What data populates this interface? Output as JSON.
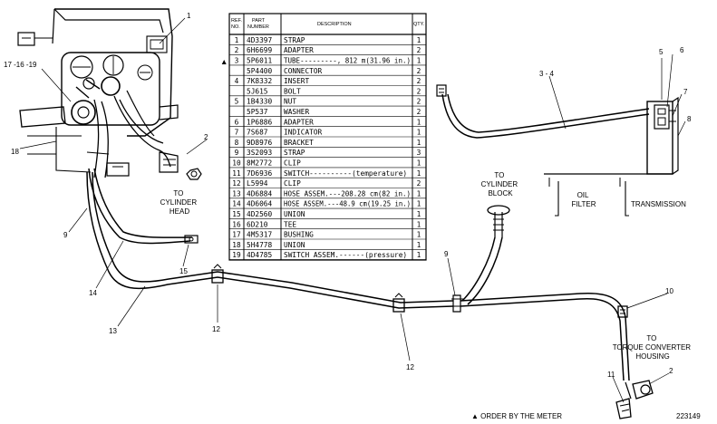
{
  "table": {
    "headers": {
      "ref_no": [
        "REF.",
        "NO."
      ],
      "part_number": [
        "PART",
        "NUMBER"
      ],
      "description": "DESCRIPTION",
      "qty": "QTY."
    },
    "rows": [
      {
        "ref": "1",
        "part": "4D3397",
        "desc": "STRAP",
        "qty": "1",
        "mark": ""
      },
      {
        "ref": "2",
        "part": "6H6699",
        "desc": "ADAPTER",
        "qty": "2",
        "mark": ""
      },
      {
        "ref": "3",
        "part": "5P6011",
        "desc": "TUBE---------, 812 m(31.96 in.)",
        "qty": "1",
        "mark": "▲"
      },
      {
        "ref": "",
        "part": "5P4400",
        "desc": "CONNECTOR",
        "qty": "2",
        "mark": ""
      },
      {
        "ref": "4",
        "part": "7K8332",
        "desc": "INSERT",
        "qty": "2",
        "mark": ""
      },
      {
        "ref": "",
        "part": "5J615",
        "desc": "BOLT",
        "qty": "2",
        "mark": ""
      },
      {
        "ref": "5",
        "part": "1B4330",
        "desc": "NUT",
        "qty": "2",
        "mark": ""
      },
      {
        "ref": "",
        "part": "5P537",
        "desc": "WASHER",
        "qty": "2",
        "mark": ""
      },
      {
        "ref": "6",
        "part": "1P6886",
        "desc": "ADAPTER",
        "qty": "1",
        "mark": ""
      },
      {
        "ref": "7",
        "part": "7S687",
        "desc": "INDICATOR",
        "qty": "1",
        "mark": ""
      },
      {
        "ref": "8",
        "part": "9D8976",
        "desc": "BRACKET",
        "qty": "1",
        "mark": ""
      },
      {
        "ref": "9",
        "part": "3S2093",
        "desc": "STRAP",
        "qty": "3",
        "mark": ""
      },
      {
        "ref": "10",
        "part": "8M2772",
        "desc": "CLIP",
        "qty": "1",
        "mark": ""
      },
      {
        "ref": "11",
        "part": "7D6936",
        "desc": "SWITCH----------(temperature)",
        "qty": "1",
        "mark": ""
      },
      {
        "ref": "12",
        "part": "L5994",
        "desc": "CLIP",
        "qty": "2",
        "mark": ""
      },
      {
        "ref": "13",
        "part": "4D6884",
        "desc": "HOSE ASSEM.---208.28 cm(82 in.)",
        "qty": "1",
        "mark": ""
      },
      {
        "ref": "14",
        "part": "4D6064",
        "desc": "HOSE ASSEM.---48.9 cm(19.25 in.)",
        "qty": "1",
        "mark": ""
      },
      {
        "ref": "15",
        "part": "4D2560",
        "desc": "UNION",
        "qty": "1",
        "mark": ""
      },
      {
        "ref": "16",
        "part": "6D210",
        "desc": "TEE",
        "qty": "1",
        "mark": ""
      },
      {
        "ref": "17",
        "part": "4M5317",
        "desc": "BUSHING",
        "qty": "1",
        "mark": ""
      },
      {
        "ref": "18",
        "part": "5H4778",
        "desc": "UNION",
        "qty": "1",
        "mark": ""
      },
      {
        "ref": "19",
        "part": "4D4785",
        "desc": "SWITCH ASSEM.------(pressure)",
        "qty": "1",
        "mark": ""
      }
    ]
  },
  "callouts": {
    "c1": "1",
    "c2a": "2",
    "c2b": "2",
    "c3_4": "3 - 4",
    "c5": "5",
    "c6": "6",
    "c7": "7",
    "c8": "8",
    "c9a": "9",
    "c9b": "9",
    "c10": "10",
    "c11": "11",
    "c12a": "12",
    "c12b": "12",
    "c13": "13",
    "c14": "14",
    "c15": "15",
    "c17_16_19": "17 -16 -19",
    "c18": "18"
  },
  "labels": {
    "to_cylinder_head": [
      "TO",
      "CYLINDER",
      "HEAD"
    ],
    "to_cylinder_block": [
      "TO",
      "CYLINDER",
      "BLOCK"
    ],
    "oil_filter": [
      "OIL",
      "FILTER"
    ],
    "transmission": "TRANSMISSION",
    "to_torque_converter": [
      "TO",
      "TORQUE CONVERTER",
      "HOUSING"
    ],
    "footnote": "▲ ORDER BY THE METER",
    "drawing_number": "223149"
  }
}
